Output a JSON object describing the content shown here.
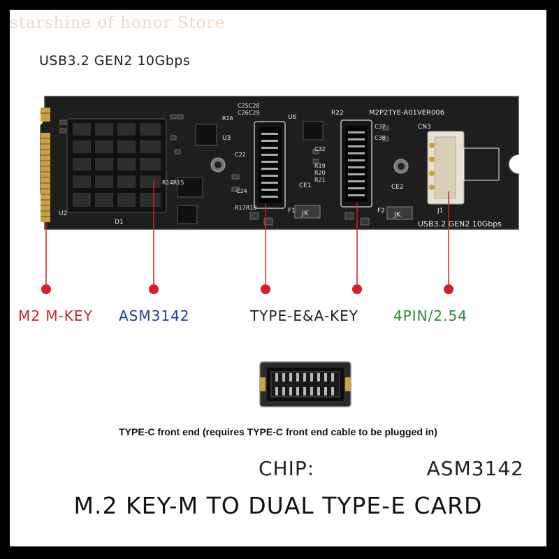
{
  "watermark": "starshine of honor Store",
  "header": "USB3.2 GEN2 10Gbps",
  "board": {
    "silkscreen": {
      "model": "M2P2TYE-A01VER006",
      "speed": "USB3.2 GEN2 10Gbps",
      "cn3": "CN3",
      "j1": "J1",
      "u2": "U2",
      "u3": "U3",
      "u6": "U6",
      "f1": "F1",
      "f2": "F2",
      "ce1": "CE1",
      "ce2": "CE2",
      "d1": "D1",
      "r22": "R22",
      "r16": "R16",
      "r19": "R19",
      "r20": "R20",
      "r21": "R21",
      "c22": "C22",
      "c24": "C24",
      "c32": "C32",
      "c37": "C37",
      "c38": "C38",
      "c25c28": "C25C28",
      "c26c29": "C26C29",
      "r14r15": "R14R15",
      "r17r18": "R17R18",
      "jk": "JK"
    }
  },
  "labels": {
    "m2_key": "M2 M-KEY",
    "asm": "ASM3142",
    "type_e": "TYPE-E&A-KEY",
    "four_pin": "4PIN/2.54"
  },
  "colors": {
    "m2_key": "#c8232c",
    "asm": "#1f3f9f",
    "type_e": "#222222",
    "four_pin": "#2e8b2e",
    "pointer": "#d61f26",
    "board": "#1e1e1e",
    "gold": "#c9a244"
  },
  "caption": "TYPE-C front end (requires TYPE-C front end cable to be plugged in)",
  "chip": {
    "label": "CHIP:",
    "value": "ASM3142"
  },
  "title": "M.2 KEY-M TO DUAL TYPE-E CARD"
}
